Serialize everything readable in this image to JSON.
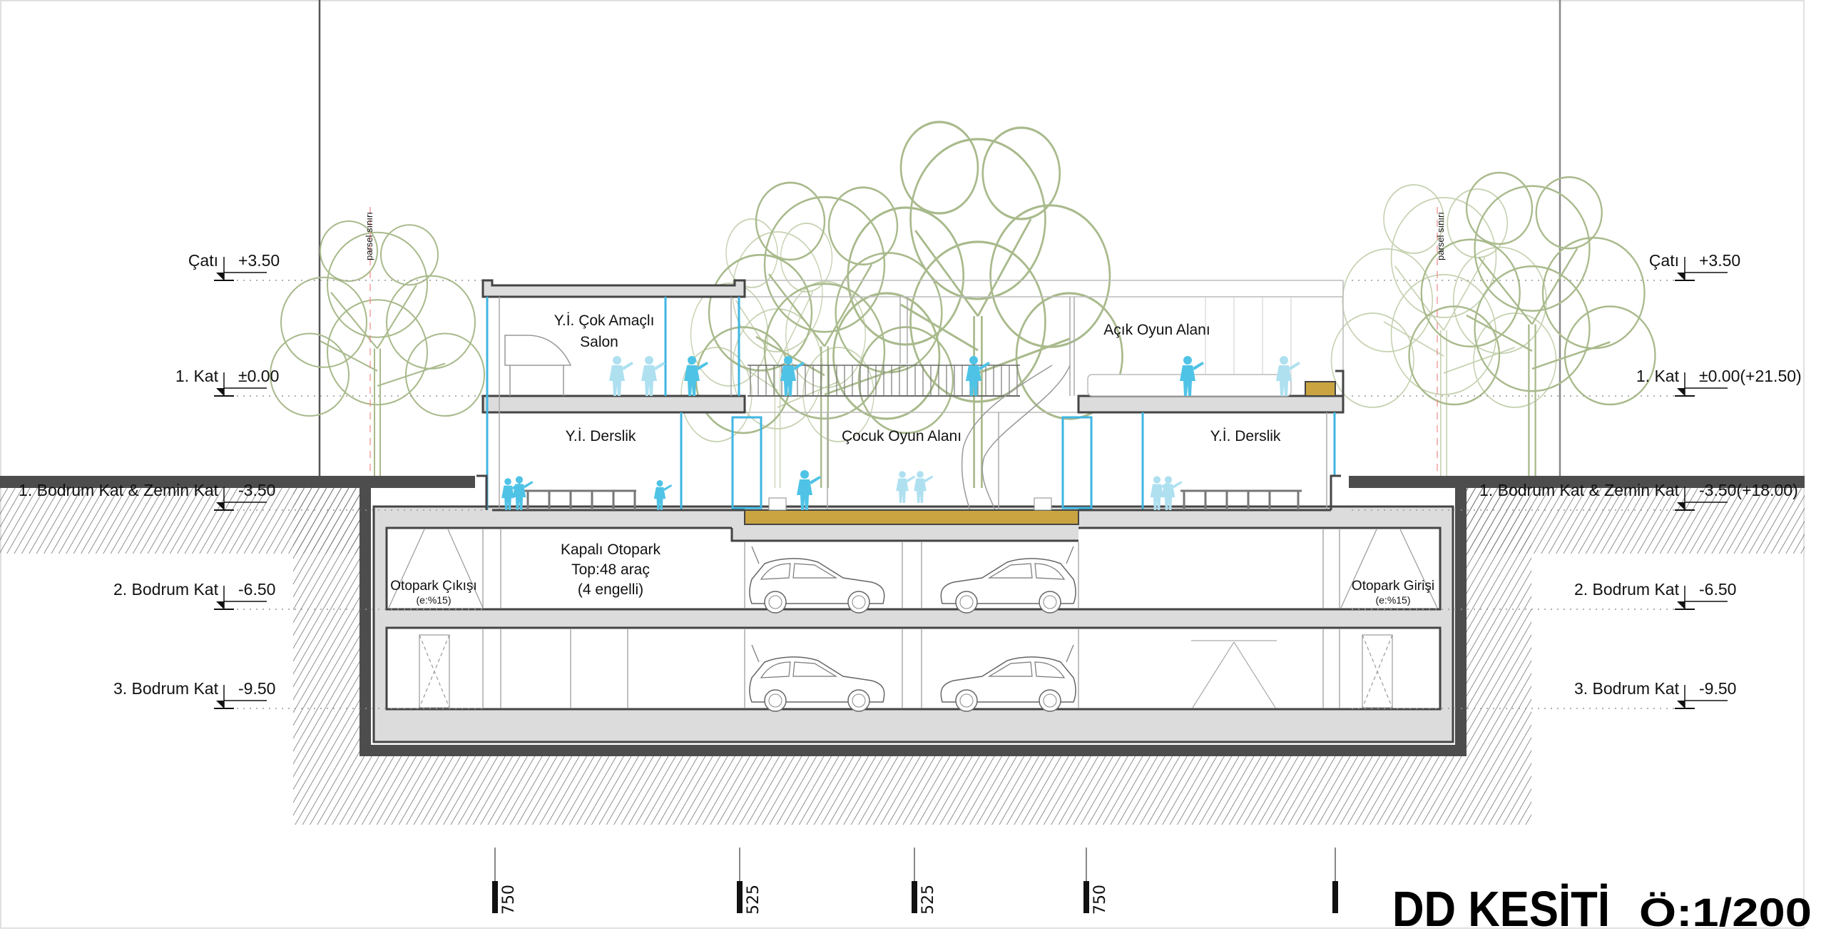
{
  "title": {
    "name": "DD KESİTİ",
    "scale": "Ö:1/200"
  },
  "parcel_label": "parsel sınırı",
  "levels_left": [
    {
      "name": "Çatı",
      "value": "+3.50"
    },
    {
      "name": "1. Kat",
      "value": "±0.00"
    },
    {
      "name": "1. Bodrum Kat & Zemin Kat",
      "value": "-3.50"
    },
    {
      "name": "2. Bodrum Kat",
      "value": "-6.50"
    },
    {
      "name": "3. Bodrum Kat",
      "value": "-9.50"
    }
  ],
  "levels_right": [
    {
      "name": "Çatı",
      "value": "+3.50"
    },
    {
      "name": "1. Kat",
      "value": "±0.00(+21.50)"
    },
    {
      "name": "1. Bodrum Kat & Zemin Kat",
      "value": "-3.50(+18.00)"
    },
    {
      "name": "2. Bodrum Kat",
      "value": "-6.50"
    },
    {
      "name": "3. Bodrum Kat",
      "value": "-9.50"
    }
  ],
  "rooms": {
    "multi_purpose_line1": "Y.İ. Çok Amaçlı",
    "multi_purpose_line2": "Salon",
    "classroom_left": "Y.İ. Derslik",
    "classroom_right": "Y.İ. Derslik",
    "kids_play": "Çocuk Oyun Alanı",
    "open_play": "Açık Oyun Alanı",
    "parking_line1": "Kapalı Otopark",
    "parking_line2": "Top:48 araç",
    "parking_line3": "(4 engelli)",
    "parking_exit": "Otopark Çıkışı",
    "parking_exit_slope": "(e:%15)",
    "parking_entry": "Otopark Girişi",
    "parking_entry_slope": "(e:%15)"
  },
  "dimensions": [
    "750",
    "525",
    "525",
    "750"
  ],
  "colors": {
    "people": "#4fc3e6",
    "people_light": "#aee0f0",
    "trees": "#a9ba8c",
    "structure": "#4d4d4d",
    "slab": "#dcdcdc",
    "play_floor": "#c9a440"
  }
}
